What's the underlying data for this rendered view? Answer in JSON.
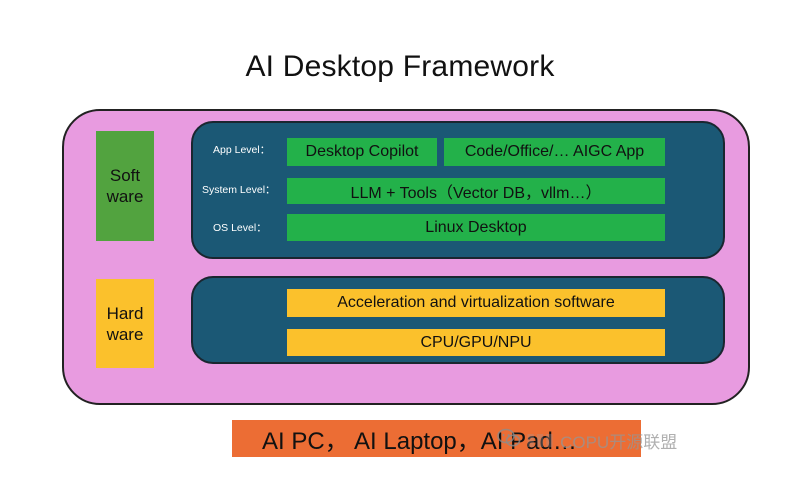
{
  "title": "AI Desktop Framework",
  "software_label": [
    "Soft",
    "ware"
  ],
  "hardware_label": [
    "Hard",
    "ware"
  ],
  "levels": {
    "app": "App Level：",
    "system": "System Level：",
    "os": "OS Level："
  },
  "software_boxes": {
    "desktop_copilot": "Desktop Copilot",
    "aigc_app": "Code/Office/… AIGC App",
    "llm_tools": "LLM + Tools（Vector DB，vllm…）",
    "linux_desktop": "Linux Desktop"
  },
  "hardware_boxes": {
    "acceleration": "Acceleration and virtualization software",
    "chips": "CPU/GPU/NPU"
  },
  "bottom_banner": "AI PC， AI Laptop，AI Pad…",
  "watermark": "COPU开源联盟",
  "colors": {
    "outer_fill": "#e89be0",
    "panel_fill": "#1b5875",
    "software_green": "#52a33f",
    "box_green": "#23b14a",
    "hardware_yellow": "#fbc12c",
    "banner_orange": "#ec6d34"
  }
}
